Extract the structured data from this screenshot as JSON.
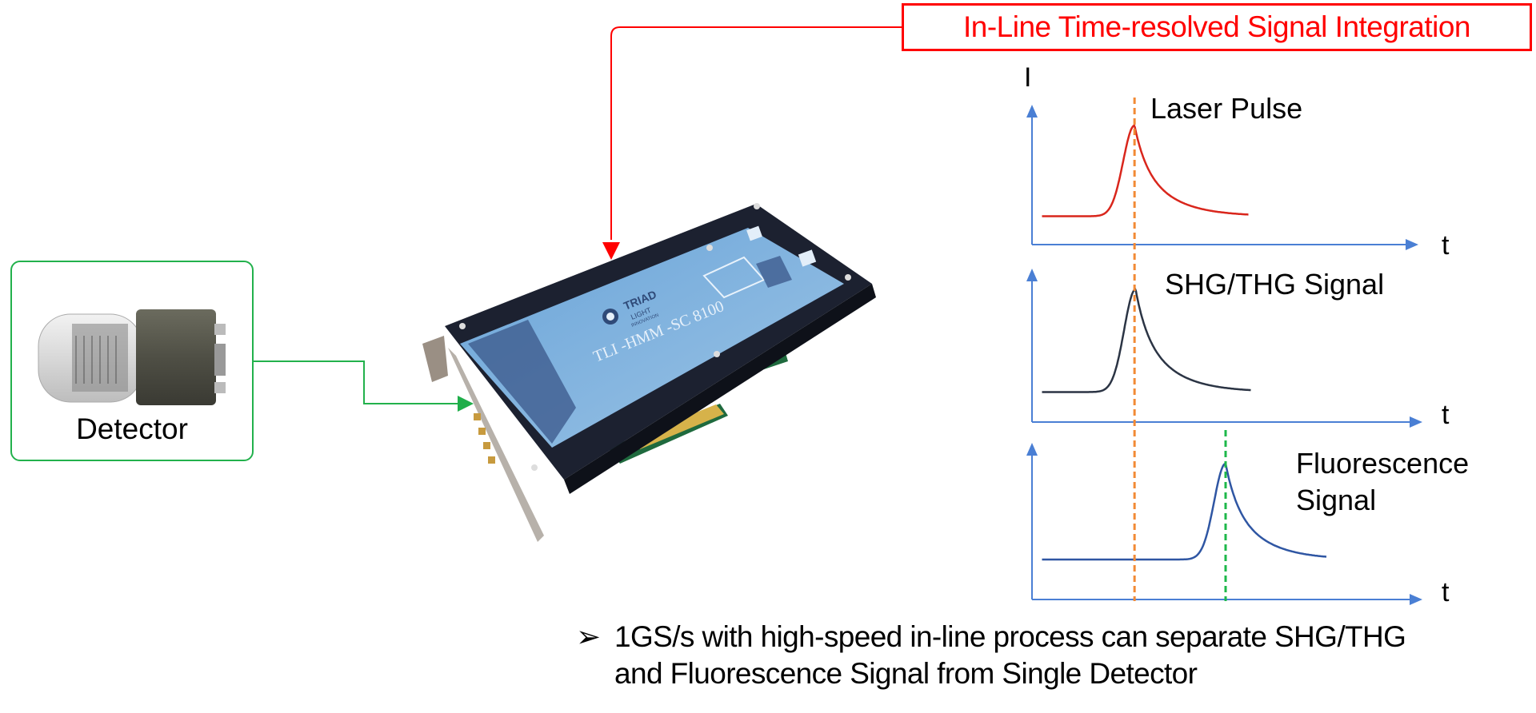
{
  "title": "In-Line Time-resolved Signal  Integration",
  "detector": {
    "label": "Detector"
  },
  "card": {
    "brand_line1": "TRIAD",
    "brand_line2": "LIGHT",
    "brand_line3": "INNOVATION",
    "model": "TLI -HMM -SC 8100"
  },
  "plots": {
    "y_axis_label": "I",
    "x_axis_label": "t",
    "laser": {
      "label": "Laser Pulse",
      "color": "#d9261c"
    },
    "shg": {
      "label": "SHG/THG Signal",
      "color": "#2b3444"
    },
    "fluor": {
      "label_line1": "Fluorescence",
      "label_line2": "Signal",
      "color": "#2f56a3"
    },
    "axis_color": "#4a7fd4",
    "marker_orange": "#f28a35",
    "marker_green": "#1eb84a"
  },
  "chart_data": {
    "type": "line",
    "title": "In-Line Time-resolved Signal Integration",
    "xlabel": "t",
    "ylabel": "I",
    "series": [
      {
        "name": "Laser Pulse",
        "peak_time": 0.27,
        "baseline": 0.12,
        "peak": 1.0
      },
      {
        "name": "SHG/THG Signal",
        "peak_time": 0.27,
        "baseline": 0.12,
        "peak": 1.0
      },
      {
        "name": "Fluorescence Signal",
        "peak_time": 0.52,
        "baseline": 0.2,
        "peak": 1.0
      }
    ],
    "markers": [
      {
        "name": "laser-reference",
        "time": 0.27,
        "style": "dashed",
        "color": "orange"
      },
      {
        "name": "fluorescence-gate",
        "time": 0.52,
        "style": "dashed",
        "color": "green"
      }
    ]
  },
  "bullet": {
    "symbol": "➢",
    "line1": "1GS/s with high-speed in-line process can separate SHG/THG",
    "line2": "and Fluorescence Signal from Single Detector"
  }
}
